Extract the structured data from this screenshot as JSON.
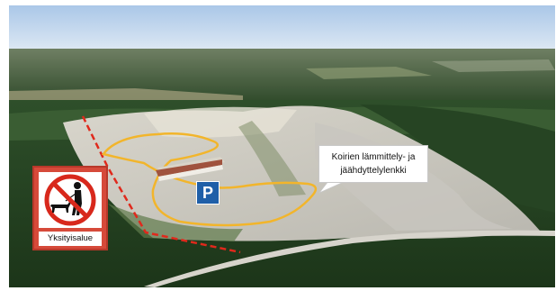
{
  "map": {
    "sky_color": "#cfe0f2",
    "route_color": "#f2b52b",
    "boundary_color": "#e0291c",
    "route_label_line1": "Koirien lämmittely- ja",
    "route_label_line2": "jäähdyttelylenkki",
    "parking_symbol": "P",
    "private_area_label": "Yksityisalue",
    "sign_icon": "no-dogs-walking-icon",
    "building_icon": "long-building-icon"
  }
}
